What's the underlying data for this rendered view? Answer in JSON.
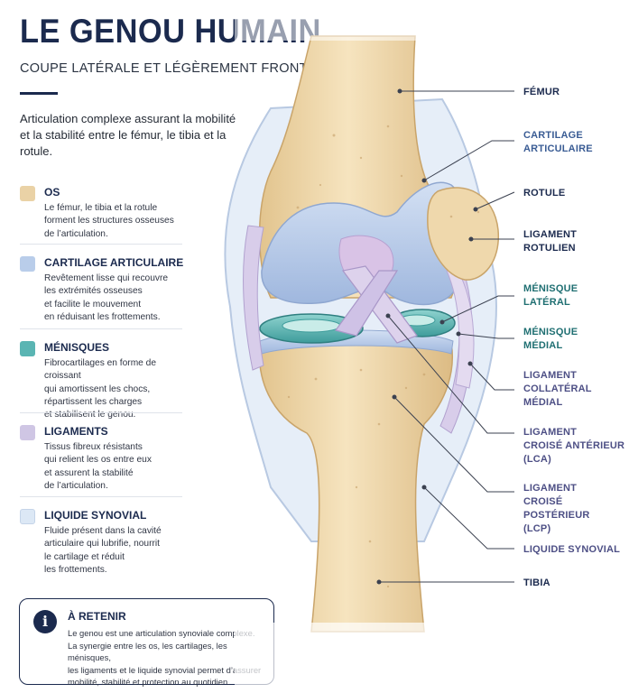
{
  "header": {
    "title": "LE GENOU HUMAIN",
    "subtitle": "COUPE LATÉRALE ET LÉGÈREMENT FRONTALE",
    "intro": "Articulation complexe assurant la mobilité et la stabilité entre le fémur, le tibia et la rotule."
  },
  "legend": [
    {
      "title": "OS",
      "description": "Le fémur, le tibia et la rotule\nforment les structures osseuses\nde l’articulation.",
      "color": "#ead2a6"
    },
    {
      "title": "CARTILAGE ARTICULAIRE",
      "description": "Revêtement lisse qui recouvre\nles extrémités osseuses\net facilite le mouvement\nen réduisant les frottements.",
      "color": "#b9cdea"
    },
    {
      "title": "MÉNISQUES",
      "description": "Fibrocartilages en forme de croissant\nqui amortissent les chocs,\nrépartissent les charges\net stabilisent le genou.",
      "color": "#5ab5b3"
    },
    {
      "title": "LIGAMENTS",
      "description": "Tissus fibreux résistants\nqui relient les os entre eux\net assurent la stabilité\nde l’articulation.",
      "color": "#cfc6e4"
    },
    {
      "title": "LIQUIDE SYNOVIAL",
      "description": "Fluide présent dans la cavité\narticulaire qui lubrifie, nourrit\nle cartilage et réduit\nles frottements.",
      "color": "#dce8f5"
    }
  ],
  "retain": {
    "title": "À RETENIR",
    "text": "Le genou est une articulation synoviale complexe.\nLa synergie entre les os, les cartilages, les ménisques,\nles ligaments et le liquide synovial permet d’assurer\nmobilité, stabilité et protection au quotidien.",
    "icon": "info-icon"
  },
  "labels": {
    "femur": "FÉMUR",
    "cartilage": "CARTILAGE\nARTICULAIRE",
    "rotule": "ROTULE",
    "ligament_rotulien": "LIGAMENT\nROTULIEN",
    "menisque_lateral": "MÉNISQUE\nLATÉRAL",
    "menisque_medial": "MÉNISQUE\nMÉDIAL",
    "ligament_collateral": "LIGAMENT\nCOLLATÉRAL\nMÉDIAL",
    "lca": "LIGAMENT\nCROISÉ ANTÉRIEUR\n(LCA)",
    "lcp": "LIGAMENT\nCROISÉ POSTÉRIEUR\n(LCP)",
    "liquide_synovial": "LIQUIDE SYNOVIAL",
    "tibia": "TIBIA"
  }
}
